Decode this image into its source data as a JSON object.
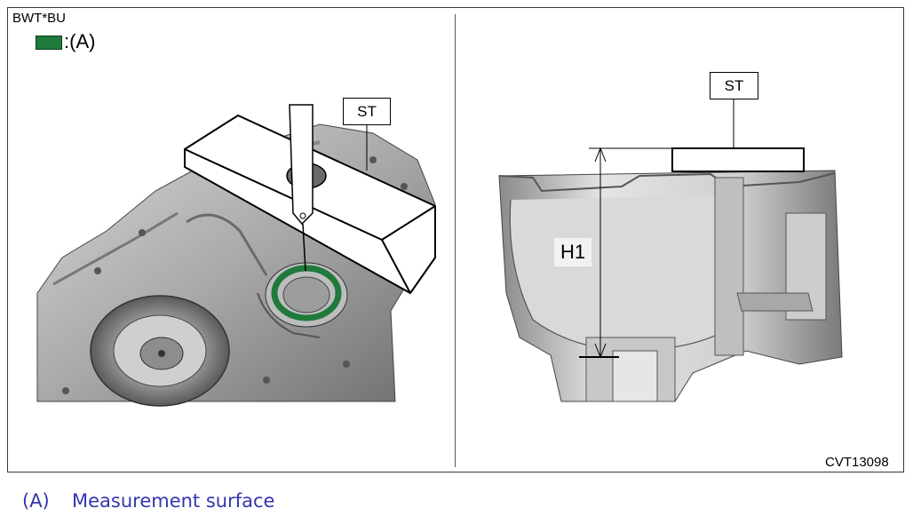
{
  "header": {
    "model_code": "BWT*BU",
    "legend_label": ":(A)"
  },
  "left_view": {
    "st_label": "ST"
  },
  "right_view": {
    "st_label": "ST",
    "dimension_label": "H1"
  },
  "figure_id": "CVT13098",
  "caption": {
    "marker": "(A)",
    "text": "Measurement surface"
  },
  "colors": {
    "measurement_surface": "#1f7a3c",
    "caption_text": "#3535b0"
  }
}
